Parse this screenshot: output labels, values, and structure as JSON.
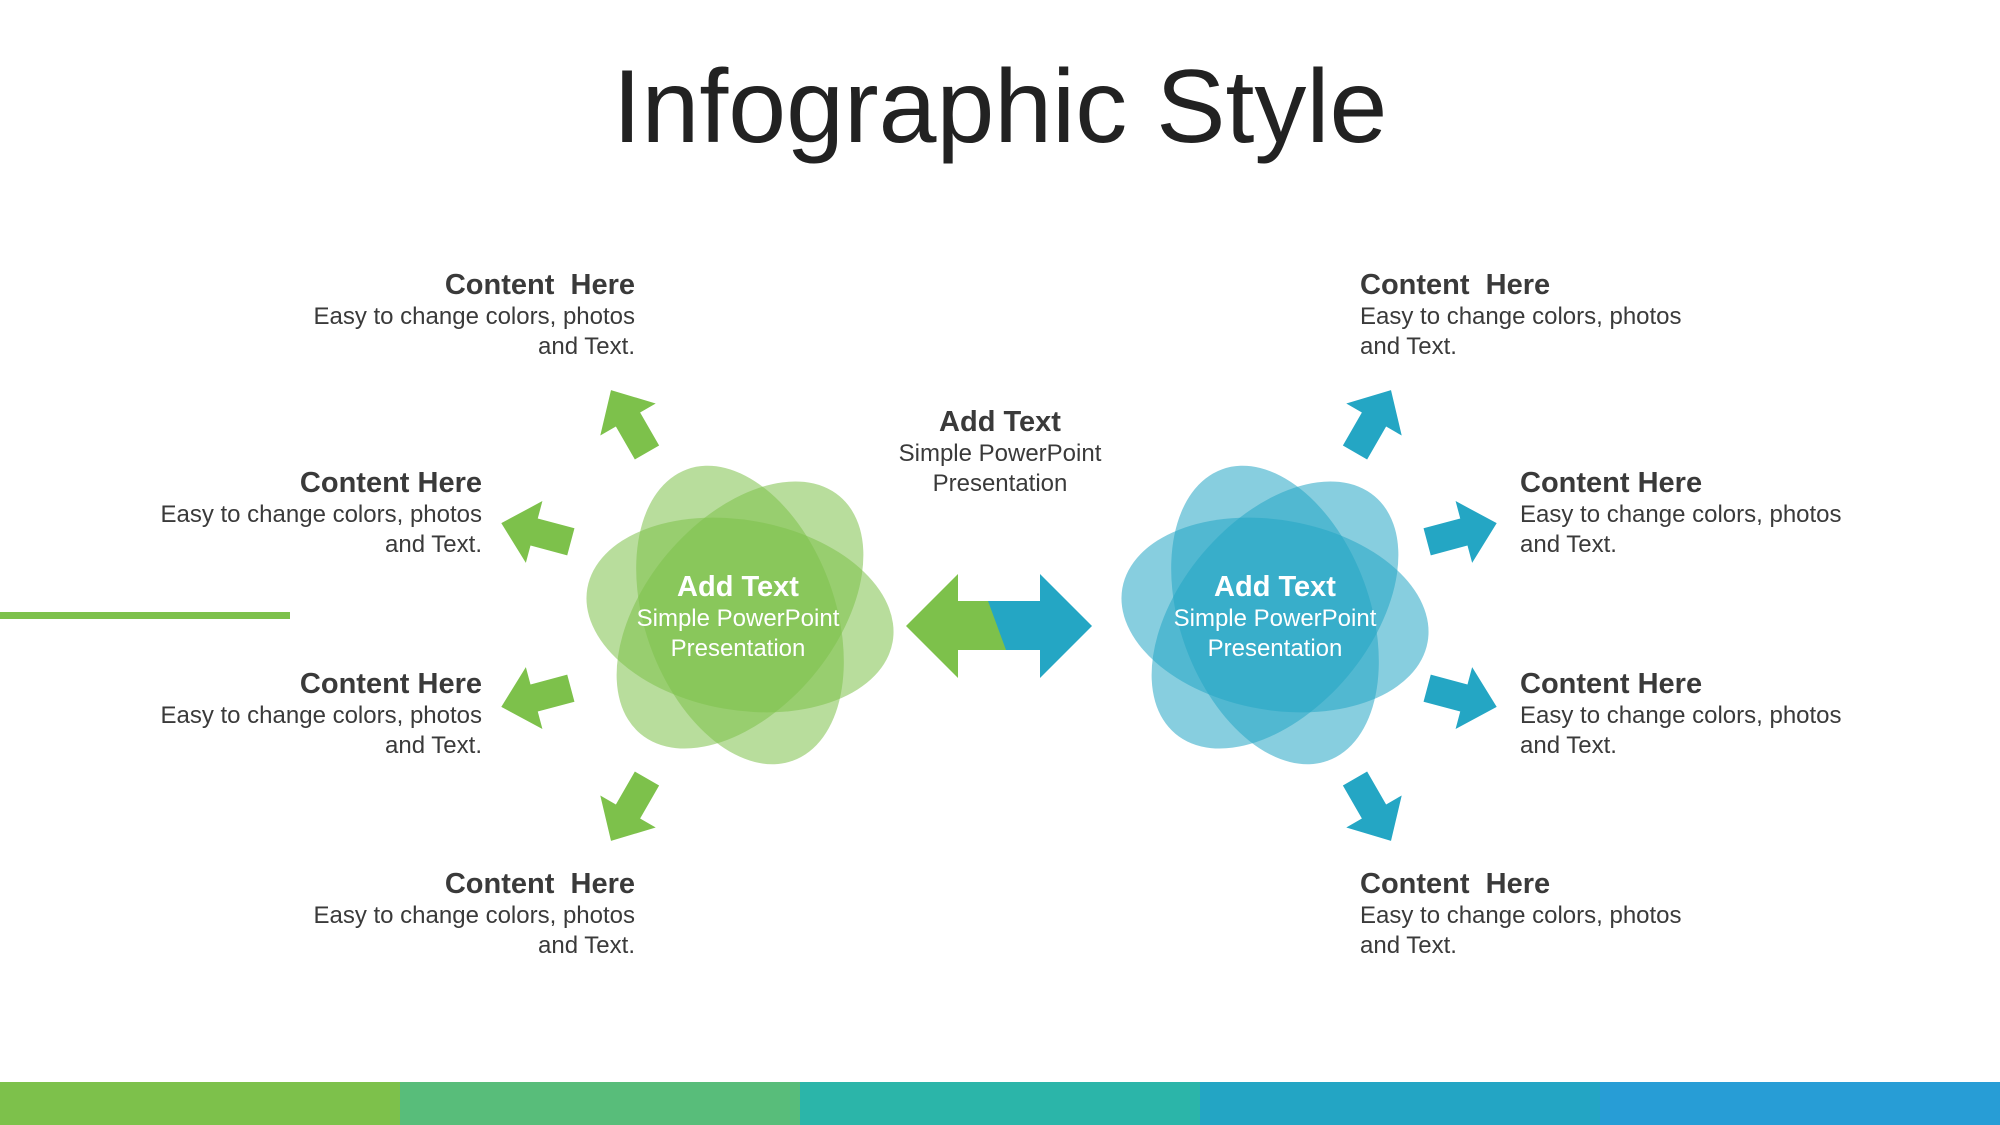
{
  "slide": {
    "title": "Infographic Style"
  },
  "colors": {
    "green": "#7dc14b",
    "blue": "#24a6c4",
    "footer": [
      "#7dc14b",
      "#58bd7a",
      "#2bb5a9",
      "#23a5c4",
      "#279dd6"
    ]
  },
  "middle": {
    "head": "Add Text",
    "body": "Simple PowerPoint Presentation"
  },
  "left_hub": {
    "head": "Add Text",
    "body": "Simple PowerPoint Presentation"
  },
  "right_hub": {
    "head": "Add Text",
    "body": "Simple PowerPoint Presentation"
  },
  "left_items": [
    {
      "head": "Content  Here",
      "body": "Easy to change colors, photos and Text."
    },
    {
      "head": "Content Here",
      "body": "Easy to change colors, photos and Text."
    },
    {
      "head": "Content Here",
      "body": "Easy to change colors, photos and Text."
    },
    {
      "head": "Content  Here",
      "body": "Easy to change colors, photos and Text."
    }
  ],
  "right_items": [
    {
      "head": "Content  Here",
      "body": "Easy to change colors, photos and Text."
    },
    {
      "head": "Content Here",
      "body": "Easy to change colors, photos and Text."
    },
    {
      "head": "Content Here",
      "body": "Easy to change colors, photos and Text."
    },
    {
      "head": "Content  Here",
      "body": "Easy to change colors, photos and Text."
    }
  ]
}
